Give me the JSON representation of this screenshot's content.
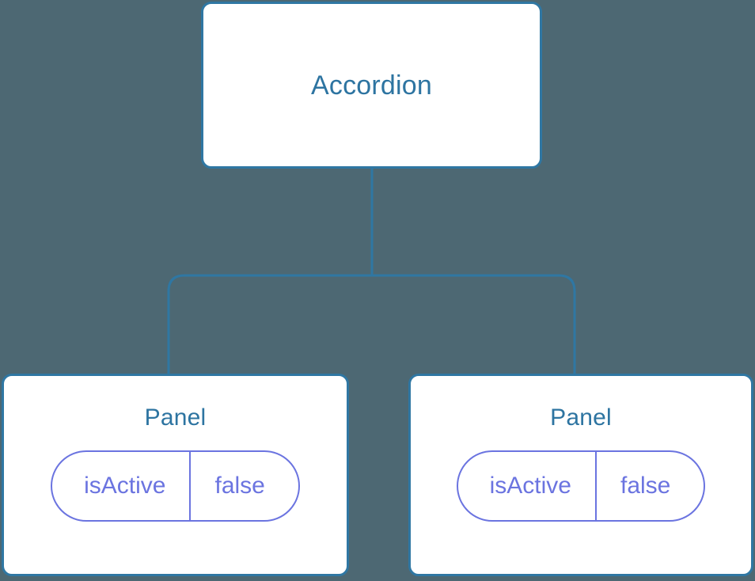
{
  "diagram": {
    "type": "component-tree",
    "background_color": "#4d6873",
    "node_fill_color": "#ffffff",
    "node_border_color": "#2f77a3",
    "title_text_color": "#2d74a1",
    "prop_accent_color": "#6b74e0",
    "connector_color": "#2f77a3"
  },
  "root": {
    "label": "Accordion"
  },
  "children": [
    {
      "label": "Panel",
      "props": [
        {
          "key": "isActive",
          "value": "false"
        }
      ]
    },
    {
      "label": "Panel",
      "props": [
        {
          "key": "isActive",
          "value": "false"
        }
      ]
    }
  ]
}
